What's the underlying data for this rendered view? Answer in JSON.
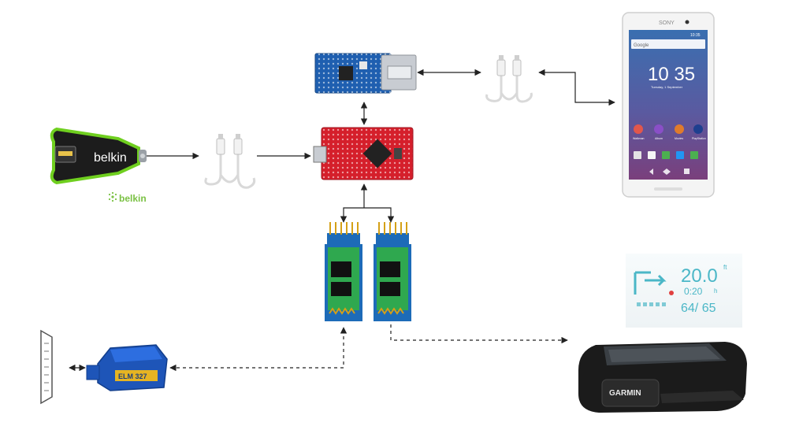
{
  "charger": {
    "brand_text": "belkin",
    "logo_text": "belkin",
    "colors": {
      "body": "#1c1c1c",
      "ring": "#6fcf1f",
      "logo": "#7ac143"
    }
  },
  "usb_shield": {
    "board_color": "#1f5fb0",
    "port_color": "#c8ccd2"
  },
  "pro_micro": {
    "board_color": "#d51f2b"
  },
  "bluetooth_modules": {
    "count": 2,
    "board_color": "#1d6bb8",
    "pcb_color": "#2fa84f"
  },
  "obd_adapter": {
    "label_text": "ELM 327",
    "body_color": "#1e55b8"
  },
  "phone": {
    "carrier": "SONY",
    "status_time": "10:35",
    "search_label": "Google",
    "clock": "10 35",
    "date": "Tuesday, 1 September",
    "apps_row1": [
      "Walkman",
      "Album",
      "Movies",
      "PlayStation"
    ],
    "apps_row2": [
      "",
      "",
      "",
      "",
      ""
    ],
    "colors": {
      "frame": "#f4f4f4",
      "screen_top": "#3a6fb0",
      "screen_bottom": "#7a3f7c"
    }
  },
  "hud": {
    "brand": "GARMIN",
    "speed": "20.0",
    "speed_unit": "ft",
    "time": "0:20",
    "time_suffix": "h",
    "limits": "64/ 65",
    "display_color": "#4bb7c7"
  },
  "connections": {
    "solid_color": "#222222",
    "dashed_color": "#333333"
  }
}
